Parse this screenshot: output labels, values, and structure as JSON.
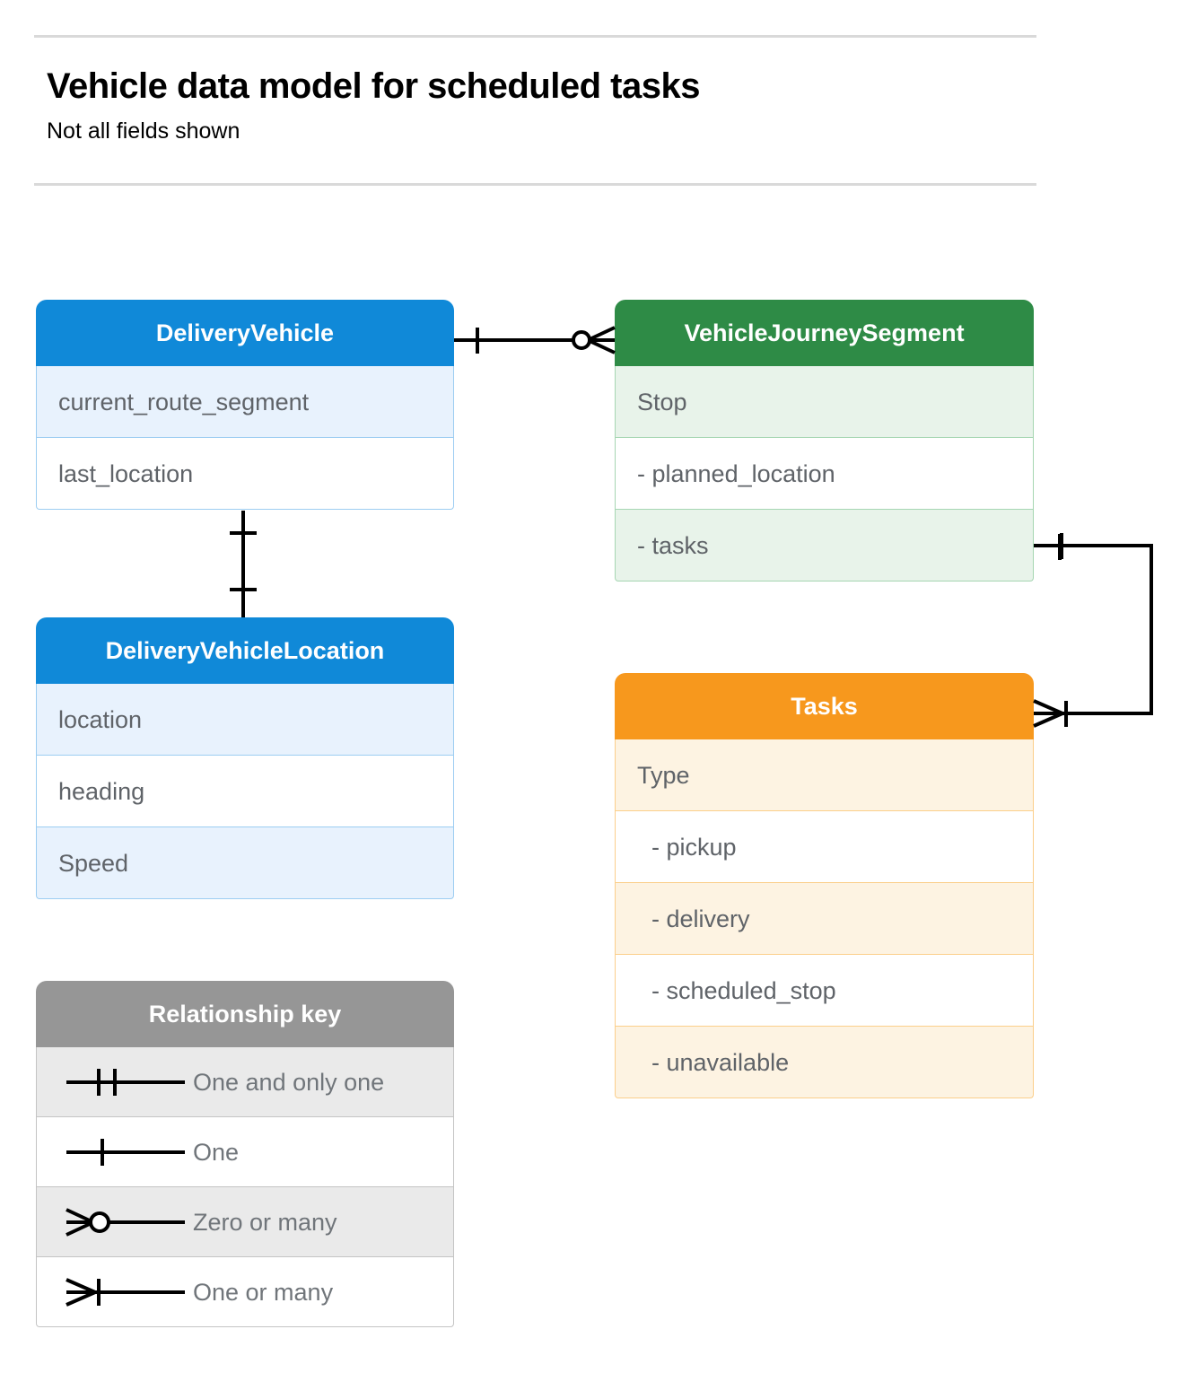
{
  "header": {
    "title": "Vehicle data model for scheduled tasks",
    "subtitle": "Not all fields shown"
  },
  "colors": {
    "blue_header": "#1089d8",
    "blue_tint": "#e8f2fd",
    "blue_border": "#9ccdf2",
    "green_header": "#2e8b46",
    "green_tint": "#e8f3ea",
    "green_border": "#a6d6b2",
    "orange_header": "#f7981d",
    "orange_tint": "#fdf3e2",
    "orange_border": "#fbcf8b",
    "gray_header": "#969696",
    "gray_tint": "#eaeaea",
    "gray_border": "#c4c4c4",
    "text": "#5f6368",
    "line": "#000000"
  },
  "entities": {
    "delivery_vehicle": {
      "title": "DeliveryVehicle",
      "rows": [
        "current_route_segment",
        "last_location"
      ]
    },
    "delivery_vehicle_location": {
      "title": "DeliveryVehicleLocation",
      "rows": [
        "location",
        "heading",
        "Speed"
      ]
    },
    "vehicle_journey_segment": {
      "title": "VehicleJourneySegment",
      "rows": [
        "Stop",
        "-  planned_location",
        "- tasks"
      ]
    },
    "tasks": {
      "title": "Tasks",
      "rows": [
        "Type",
        "-  pickup",
        "-  delivery",
        "-  scheduled_stop",
        "-  unavailable"
      ]
    }
  },
  "legend": {
    "title": "Relationship key",
    "items": [
      {
        "symbol": "one-and-only-one-icon",
        "label": "One and only one"
      },
      {
        "symbol": "one-icon",
        "label": "One"
      },
      {
        "symbol": "zero-or-many-icon",
        "label": "Zero or many"
      },
      {
        "symbol": "one-or-many-icon",
        "label": "One or many"
      }
    ]
  },
  "relationships": [
    {
      "from": "DeliveryVehicle",
      "to": "VehicleJourneySegment",
      "from_cardinality": "One",
      "to_cardinality": "Zero or many"
    },
    {
      "from": "DeliveryVehicle",
      "to": "DeliveryVehicleLocation",
      "from_cardinality": "One",
      "to_cardinality": "One"
    },
    {
      "from": "VehicleJourneySegment.tasks",
      "to": "Tasks",
      "from_cardinality": "One",
      "to_cardinality": "One or many"
    }
  ]
}
